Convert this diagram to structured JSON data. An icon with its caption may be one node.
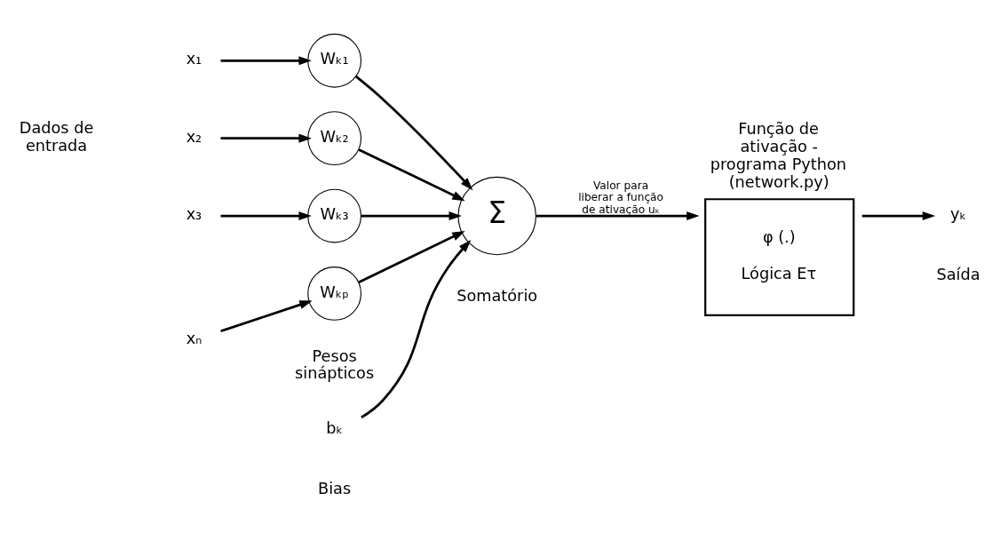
{
  "diagram": {
    "nodes": [
      {
        "text": [
          "x₁"
        ]
      },
      {
        "text": [
          "x₂"
        ]
      },
      {
        "text": [
          "x₃"
        ]
      },
      {
        "text": [
          "xₙ"
        ]
      },
      {
        "text": [
          "Wₖ₁"
        ]
      },
      {
        "text": [
          "Wₖ₂"
        ]
      },
      {
        "text": [
          "Wₖ₃"
        ]
      },
      {
        "text": [
          "Wₖₚ"
        ]
      },
      {
        "text": [
          "bₖ"
        ],
        "beside": [
          "Bias"
        ]
      },
      {
        "text": [
          "Σ"
        ],
        "beside": [
          "Somatório"
        ]
      },
      {
        "text": [
          "Função de ativação - programa Python (network.py)",
          "φ (.)",
          "Lógica Eτ"
        ]
      },
      {
        "text": [
          "yₖ"
        ],
        "beside": [
          "Saída"
        ]
      }
    ],
    "edges": [
      {
        "from": 0,
        "to": 4,
        "arrow": "to"
      },
      {
        "from": 1,
        "to": 5,
        "arrow": "to"
      },
      {
        "from": 2,
        "to": 6,
        "arrow": "to"
      },
      {
        "from": 3,
        "to": 7,
        "arrow": "to"
      },
      {
        "from": 4,
        "to": 9,
        "arrow": "to"
      },
      {
        "from": 5,
        "to": 9,
        "arrow": "to"
      },
      {
        "from": 6,
        "to": 9,
        "arrow": "to"
      },
      {
        "from": 7,
        "to": 9,
        "arrow": "to"
      },
      {
        "from": 8,
        "to": 9,
        "arrow": "to"
      },
      {
        "from": 9,
        "to": 10,
        "arrow": "to",
        "label": "Valor para liberar a função de ativação uₖ"
      },
      {
        "from": 10,
        "to": 11,
        "arrow": "to"
      }
    ],
    "labels": [
      "Dados de entrada",
      "Pesos sinápticos"
    ]
  }
}
